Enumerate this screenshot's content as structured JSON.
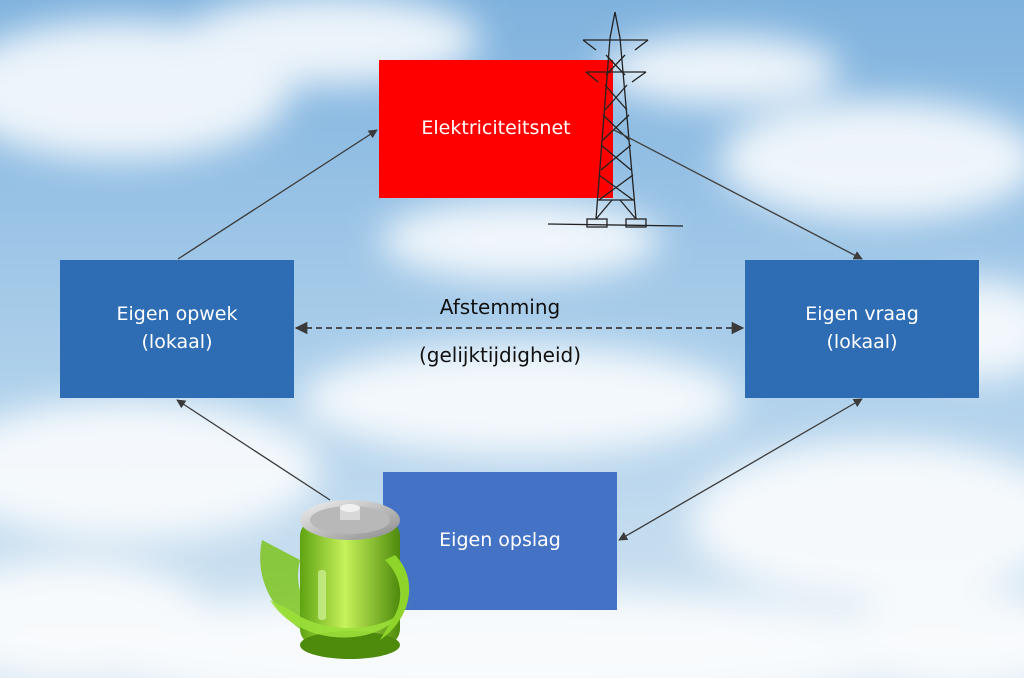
{
  "nodes": {
    "net": {
      "line1": "Elektriciteitsnet"
    },
    "opwek": {
      "line1": "Eigen opwek",
      "line2": "(lokaal)"
    },
    "vraag": {
      "line1": "Eigen vraag",
      "line2": "(lokaal)"
    },
    "opslag": {
      "line1": "Eigen opslag"
    }
  },
  "link_label": {
    "line1": "Afstemming",
    "line2": "(gelijktijdigheid)"
  },
  "colors": {
    "net": "#ff0000",
    "opwek": "#2e6db4",
    "vraag": "#2e6db4",
    "opslag": "#4472c4",
    "arrow": "#3a3a3a",
    "battery": "#8fd42a"
  },
  "icons": [
    "power-pylon-icon",
    "battery-icon"
  ]
}
